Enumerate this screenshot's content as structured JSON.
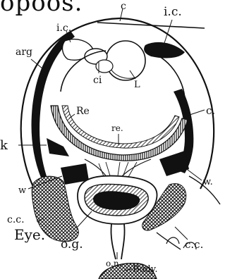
{
  "heading": "opoos.",
  "labels": {
    "c_top": "c",
    "ic_left": "i.c.",
    "ic_right": "i.c.",
    "arg": "arg",
    "ci": "ci",
    "l": "L",
    "re_upper": "Re",
    "re_center": "re.",
    "c_right": "c.",
    "k": "k",
    "w_left": "w",
    "w_right": "w.",
    "cc_left": "c.c.",
    "eye": "Eye.",
    "og": "o.g.",
    "on": "o.n.",
    "cc_right": "c.c.",
    "body": "Body."
  }
}
